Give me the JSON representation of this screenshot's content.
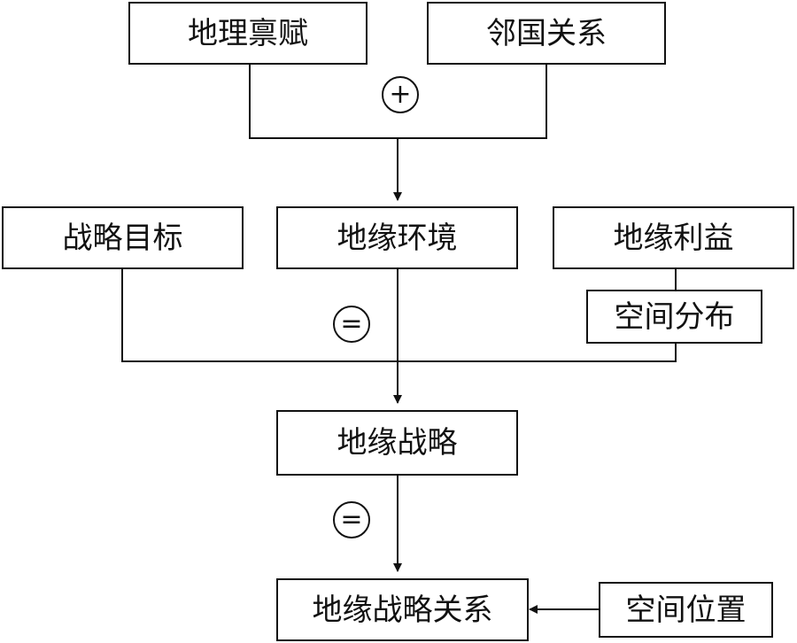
{
  "nodes": {
    "geographic_endowment": "地理禀赋",
    "neighbor_relations": "邻国关系",
    "strategic_goals": "战略目标",
    "geo_environment": "地缘环境",
    "geo_interests": "地缘利益",
    "spatial_distribution": "空间分布",
    "geo_strategy": "地缘战略",
    "geo_strategy_relations": "地缘战略关系",
    "spatial_position": "空间位置"
  },
  "operators": {
    "plus": "+",
    "equals_1": "=",
    "equals_2": "="
  }
}
